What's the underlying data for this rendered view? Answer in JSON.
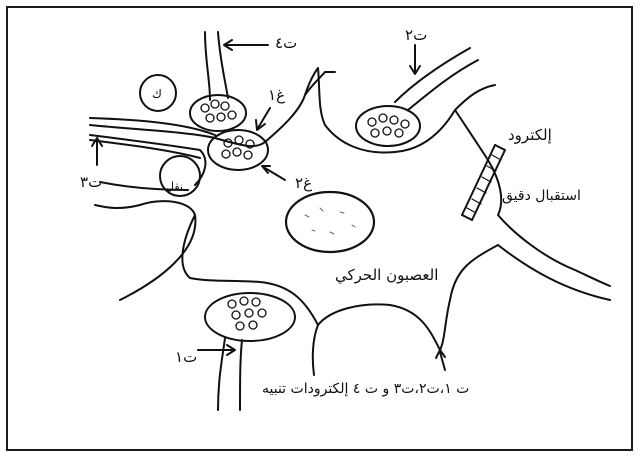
{
  "labels": {
    "t4": "ت٤",
    "t2": "ت٢",
    "t3": "ت٣",
    "t1": "ت١",
    "gh1": "غ١",
    "gh2": "غ٢",
    "k": "ك",
    "ns": "نقل",
    "electrode": "إلكترود",
    "fine_receiver": "استقبال دقيق",
    "motor_neuron": "العصبون الحركي",
    "stim_electrodes": "ت ١،ت٢،ت٣ و ت ٤ إلكترودات تنبيه"
  },
  "colors": {
    "ink": "#111111",
    "paper": "#ffffff"
  }
}
